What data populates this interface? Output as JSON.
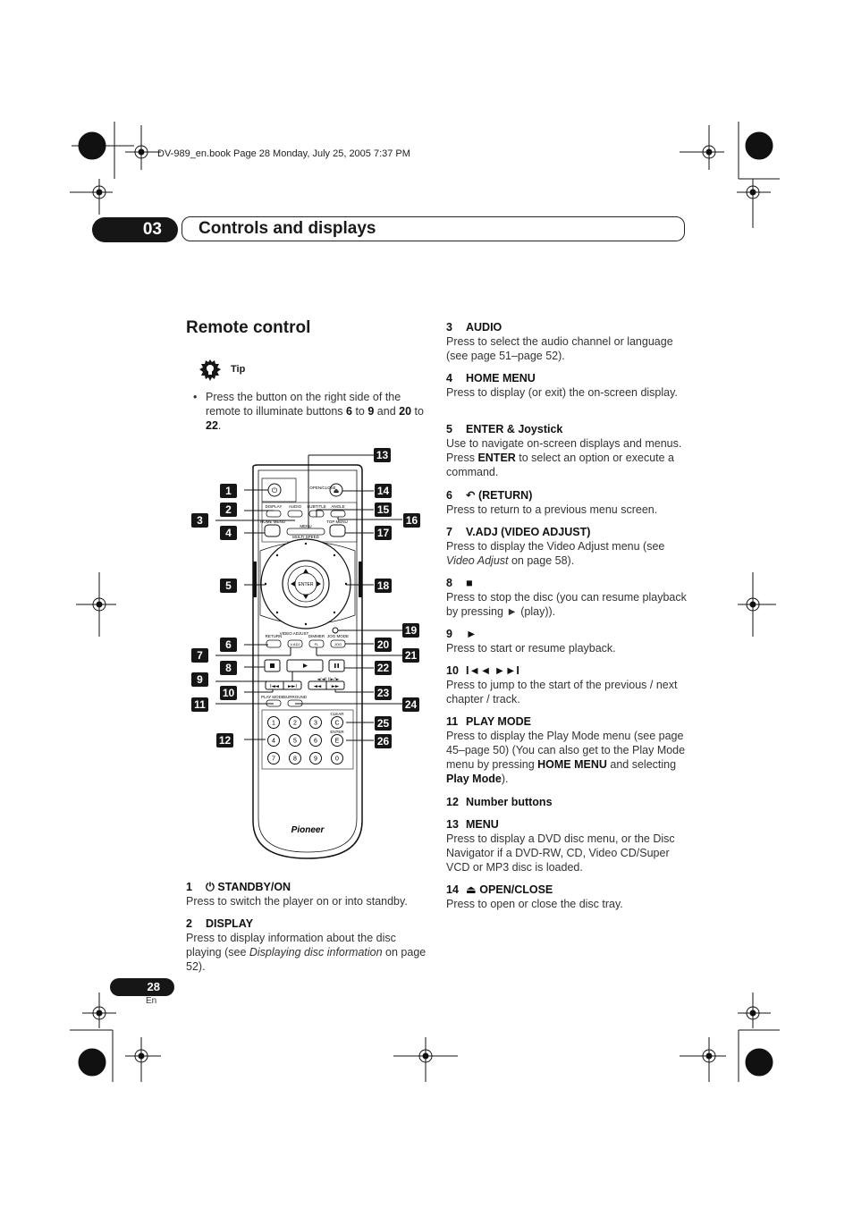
{
  "print_header": "DV-989_en.book  Page 28  Monday, July 25, 2005  7:37 PM",
  "chapter": {
    "number": "03",
    "title": "Controls and displays"
  },
  "section_title": "Remote control",
  "tip": {
    "label": "Tip",
    "bullet": "•",
    "t1": "Press the button on the right side of the remote to illuminate buttons ",
    "b1": "6",
    "t2": " to ",
    "b2": "9",
    "t3": " and ",
    "b3": "20",
    "t4": " to ",
    "b4": "22",
    "t5": "."
  },
  "remote": {
    "labels": {
      "open_close": "OPEN/CLOSE",
      "display": "DISPLAY",
      "audio": "AUDIO",
      "subtitle": "SUBTITLE",
      "angle": "ANGLE",
      "home_menu": "HOME MENU",
      "menu": "MENU",
      "top_menu": "TOP MENU",
      "multi_speed": "MULTI SPEED",
      "enter": "ENTER",
      "return": "RETURN",
      "video_adjust": "VIDEO ADJUST",
      "v_adj": "V.ADJ",
      "dimmer": "DIMMER",
      "fl": "FL",
      "jog_mode": "JOG MODE",
      "jog": "JOG",
      "play_mode": "PLAY MODE",
      "surround": "SURROUND",
      "clear": "CLEAR",
      "enter_small": "ENTER",
      "brand": "Pioneer",
      "slow_step": "◄/◄II  II►/I►",
      "keys": [
        "1",
        "2",
        "3",
        "C",
        "4",
        "5",
        "6",
        "E",
        "7",
        "8",
        "9",
        "0"
      ]
    },
    "callouts": [
      "1",
      "2",
      "3",
      "4",
      "5",
      "6",
      "7",
      "8",
      "9",
      "10",
      "11",
      "12",
      "13",
      "14",
      "15",
      "16",
      "17",
      "18",
      "19",
      "20",
      "21",
      "22",
      "23",
      "24",
      "25",
      "26"
    ]
  },
  "entries_left": [
    {
      "num": "1",
      "title": "STANDBY/ON",
      "icon": "power-icon",
      "desc": "Press to switch the player on or into standby."
    },
    {
      "num": "2",
      "title": "DISPLAY",
      "desc_a": "Press to display information about the disc playing (see ",
      "desc_i": "Displaying disc information",
      "desc_b": " on page 52)."
    }
  ],
  "entries_right": {
    "e3": {
      "num": "3",
      "title": "AUDIO",
      "desc": "Press to select the audio channel or language (see page 51–page 52)."
    },
    "e4": {
      "num": "4",
      "title": "HOME MENU",
      "desc": "Press to display (or exit) the on-screen display."
    },
    "e5": {
      "num": "5",
      "title": "ENTER & Joystick",
      "desc_a": "Use to navigate on-screen displays and menus. Press ",
      "desc_b": "ENTER",
      "desc_c": " to select an option or execute a command."
    },
    "e6": {
      "num": "6",
      "title": "(RETURN)",
      "icon": "return-icon",
      "desc": "Press to return to a previous menu screen."
    },
    "e7": {
      "num": "7",
      "title": "V.ADJ (VIDEO ADJUST)",
      "desc_a": "Press to display the Video Adjust menu (see ",
      "desc_i": "Video Adjust",
      "desc_b": " on page 58)."
    },
    "e8": {
      "num": "8",
      "title": "■",
      "desc": "Press to stop the disc (you can resume playback by pressing ► (play))."
    },
    "e9": {
      "num": "9",
      "title": "►",
      "desc": "Press to start or resume playback."
    },
    "e10": {
      "num": "10",
      "title": "I◄◄  ►►I",
      "desc": "Press to jump to the start of the previous / next chapter / track."
    },
    "e11": {
      "num": "11",
      "title": "PLAY MODE",
      "desc_a": "Press to display the Play Mode menu (see page 45–page 50) (You can also get to the Play Mode menu by pressing ",
      "desc_b": "HOME MENU",
      "desc_c": " and selecting ",
      "desc_d": "Play Mode",
      "desc_e": ")."
    },
    "e12": {
      "num": "12",
      "title": "Number buttons"
    },
    "e13": {
      "num": "13",
      "title": "MENU",
      "desc": "Press to display a DVD disc menu, or the Disc Navigator if a DVD-RW, CD, Video CD/Super VCD or MP3 disc is loaded."
    },
    "e14": {
      "num": "14",
      "title": "OPEN/CLOSE",
      "icon": "eject-icon",
      "desc": "Press to open or close the disc tray."
    }
  },
  "page": {
    "number": "28",
    "lang": "En"
  }
}
